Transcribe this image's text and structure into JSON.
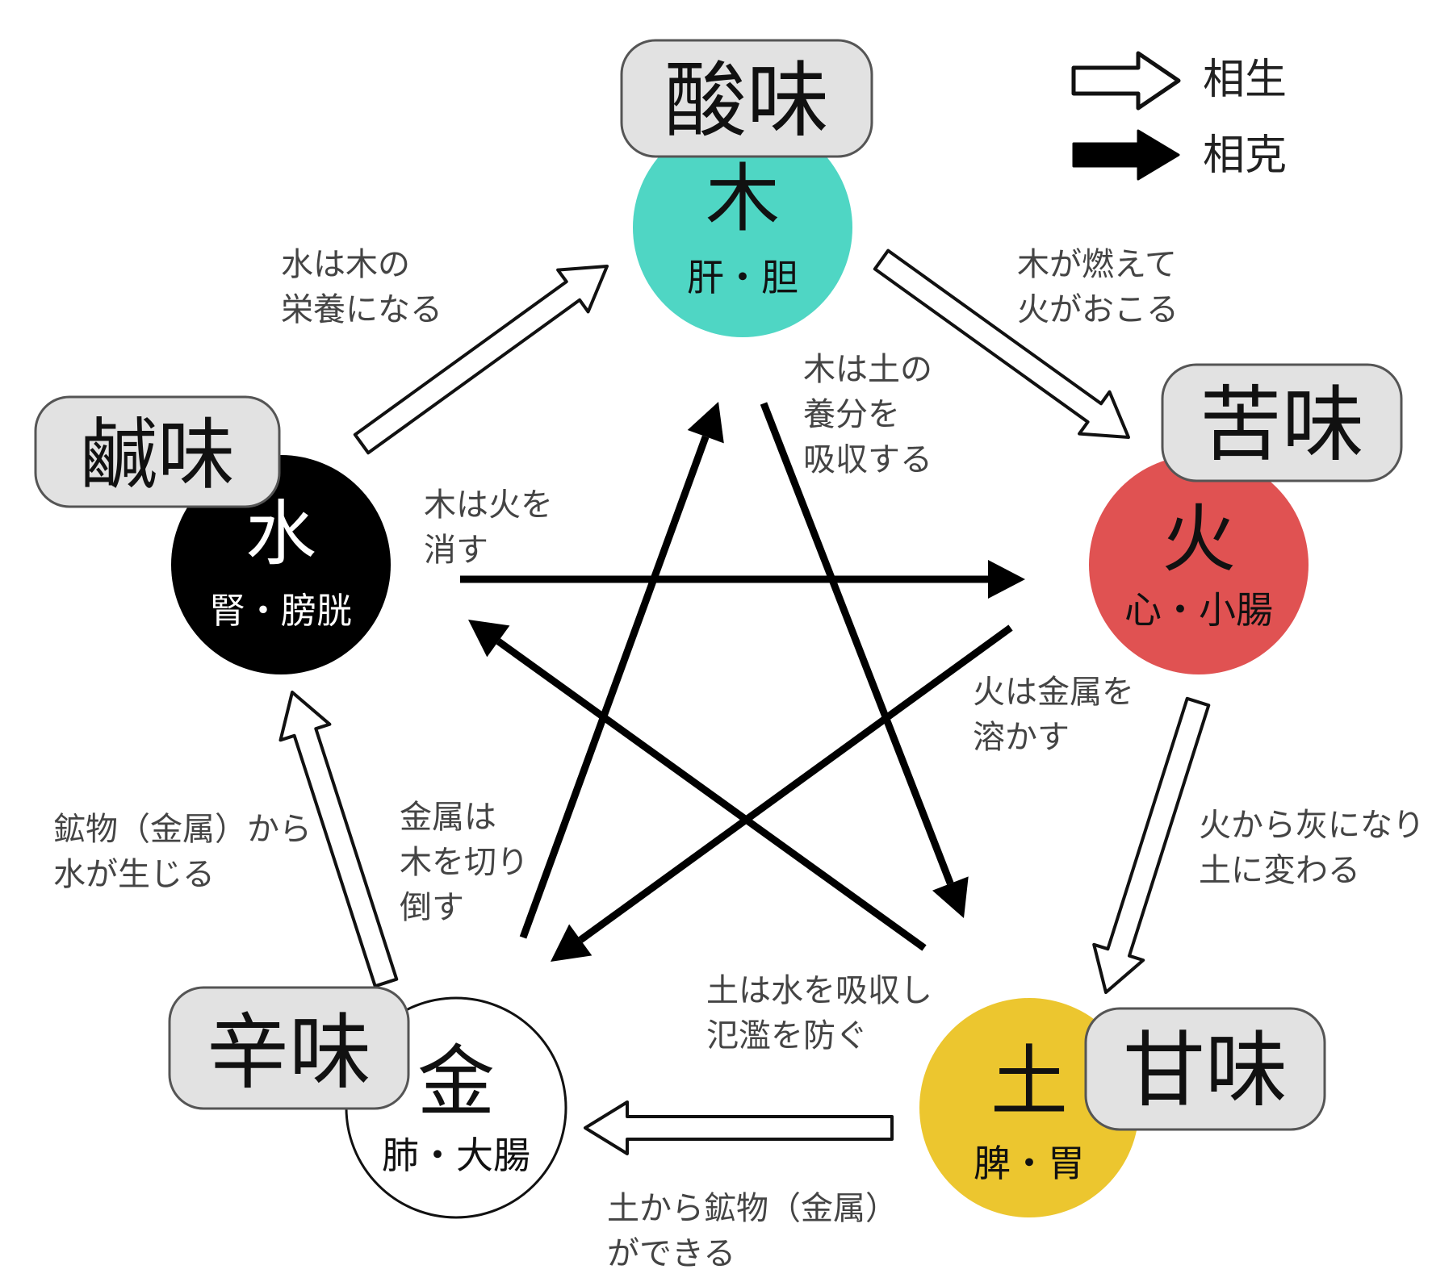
{
  "legend": {
    "generating": "相生",
    "controlling": "相克"
  },
  "elements": {
    "wood": {
      "name": "木",
      "organs": "肝・胆",
      "taste": "酸味",
      "color": "#4fd6c4",
      "text_color": "#111111"
    },
    "fire": {
      "name": "火",
      "organs": "心・小腸",
      "taste": "苦味",
      "color": "#e05252",
      "text_color": "#111111"
    },
    "earth": {
      "name": "土",
      "organs": "脾・胃",
      "taste": "甘味",
      "color": "#ecc62f",
      "text_color": "#111111"
    },
    "metal": {
      "name": "金",
      "organs": "肺・大腸",
      "taste": "辛味",
      "color": "#ffffff",
      "text_color": "#111111"
    },
    "water": {
      "name": "水",
      "organs": "腎・膀胱",
      "taste": "鹹味",
      "color": "#000000",
      "text_color": "#ffffff"
    }
  },
  "generating_labels": {
    "water_wood": [
      "水は木の",
      "栄養になる"
    ],
    "wood_fire": [
      "木が燃えて",
      "火がおこる"
    ],
    "fire_earth": [
      "火から灰になり",
      "土に変わる"
    ],
    "earth_metal": [
      "土から鉱物（金属）",
      "ができる"
    ],
    "metal_water": [
      "鉱物（金属）から",
      "水が生じる"
    ]
  },
  "controlling_labels": {
    "wood_earth": [
      "木は土の",
      "養分を",
      "吸収する"
    ],
    "water_fire": [
      "木は火を",
      "消す"
    ],
    "fire_metal": [
      "火は金属を",
      "溶かす"
    ],
    "metal_wood": [
      "金属は",
      "木を切り",
      "倒す"
    ],
    "earth_water": [
      "土は水を吸収し",
      "氾濫を防ぐ"
    ]
  },
  "style": {
    "pill_fill": "#e2e2e2",
    "pill_stroke": "#555555",
    "arrow_color": "#000000",
    "label_color": "#444444"
  }
}
